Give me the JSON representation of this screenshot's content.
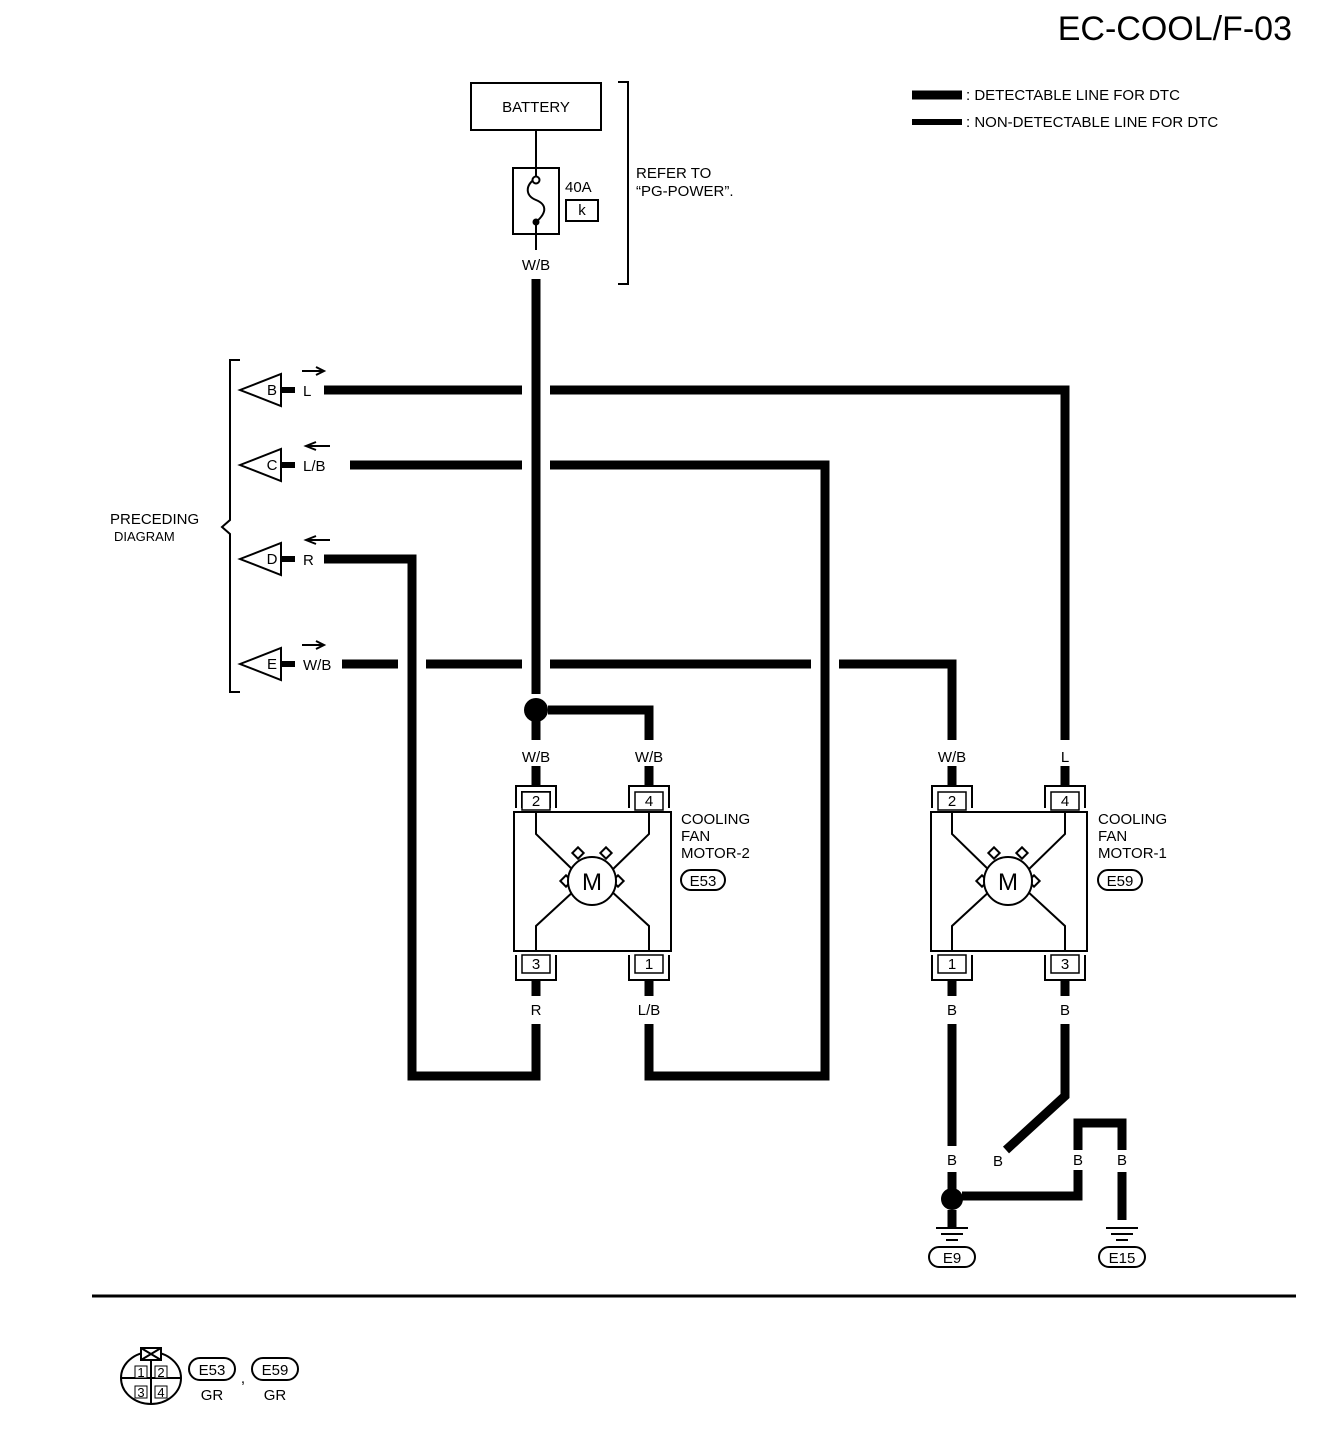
{
  "page_id": "EC-COOL/F-03",
  "legend": {
    "detectable": ": DETECTABLE LINE FOR DTC",
    "non_detectable": ": NON-DETECTABLE LINE FOR DTC"
  },
  "battery": {
    "label": "BATTERY"
  },
  "fuse": {
    "rating": "40A",
    "code": "k"
  },
  "refer": {
    "line1": "REFER TO",
    "line2": "“PG-POWER”."
  },
  "preceding": {
    "line1": "PRECEDING",
    "line2": "DIAGRAM"
  },
  "connectors_in": [
    {
      "letter": "B",
      "wire": "L"
    },
    {
      "letter": "C",
      "wire": "L/B"
    },
    {
      "letter": "D",
      "wire": "R"
    },
    {
      "letter": "E",
      "wire": "W/B"
    }
  ],
  "wires": {
    "battery_out": "W/B",
    "m2_pin2": "W/B",
    "m2_pin4": "W/B",
    "m2_pin3": "R",
    "m2_pin1": "L/B",
    "m1_pin2": "W/B",
    "m1_pin4": "L",
    "m1_pin1": "B",
    "m1_pin3": "B",
    "ground_b1": "B",
    "ground_b2": "B",
    "ground_b3": "B",
    "ground_b4": "B"
  },
  "motor2": {
    "pins": {
      "top_left": "2",
      "top_right": "4",
      "bottom_left": "3",
      "bottom_right": "1"
    },
    "symbol": "M",
    "name_lines": [
      "COOLING",
      "FAN",
      "MOTOR-2"
    ],
    "connector": "E53"
  },
  "motor1": {
    "pins": {
      "top_left": "2",
      "top_right": "4",
      "bottom_left": "1",
      "bottom_right": "3"
    },
    "symbol": "M",
    "name_lines": [
      "COOLING",
      "FAN",
      "MOTOR-1"
    ],
    "connector": "E59"
  },
  "grounds": {
    "g1": "E9",
    "g2": "E15"
  },
  "connector_ref": {
    "pins": [
      "1",
      "2",
      "3",
      "4"
    ],
    "items": [
      {
        "id": "E53",
        "color": "GR"
      },
      {
        "id": "E59",
        "color": "GR"
      }
    ],
    "separator": ","
  }
}
